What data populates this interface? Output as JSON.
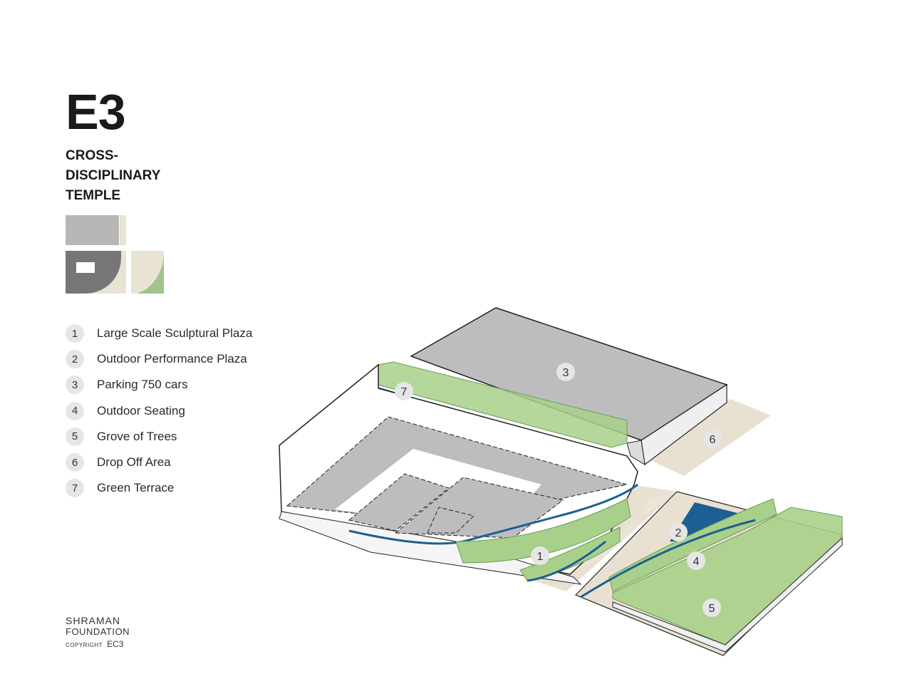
{
  "header": {
    "code": "E3",
    "title_lines": [
      "CROSS-",
      "DISCIPLINARY",
      "TEMPLE"
    ]
  },
  "legend": [
    {
      "number": "1",
      "label": "Large Scale Sculptural Plaza"
    },
    {
      "number": "2",
      "label": "Outdoor Performance Plaza"
    },
    {
      "number": "3",
      "label": "Parking 750 cars"
    },
    {
      "number": "4",
      "label": "Outdoor Seating"
    },
    {
      "number": "5",
      "label": "Grove of Trees"
    },
    {
      "number": "6",
      "label": "Drop Off Area"
    },
    {
      "number": "7",
      "label": "Green Terrace"
    }
  ],
  "footer": {
    "org_line1": "SHRAMAN",
    "org_line2": "FOUNDATION",
    "copyright_word": "COPYRIGHT",
    "copyright_code": "EC3"
  },
  "colors": {
    "building_gray": "#bdbdbf",
    "roof_dark": "#a9a9ab",
    "sand": "#e8e1d2",
    "green": "#a8d08a",
    "water_blue": "#1d5f93",
    "thumb_dark": "#767676"
  }
}
